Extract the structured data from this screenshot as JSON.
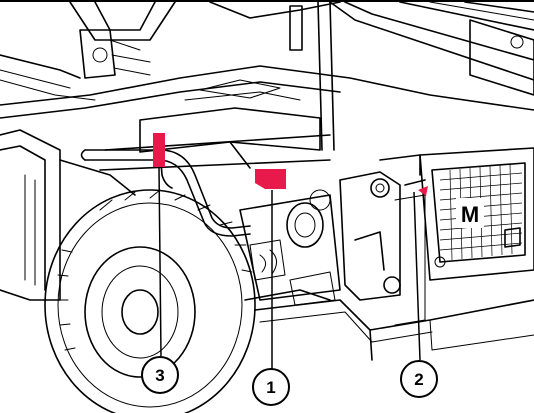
{
  "figure": {
    "brand_letter": "M",
    "marker_color": "#e8194b",
    "callouts": [
      {
        "id": "callout-1",
        "label": "1"
      },
      {
        "id": "callout-2",
        "label": "2"
      },
      {
        "id": "callout-3",
        "label": "3"
      }
    ]
  }
}
